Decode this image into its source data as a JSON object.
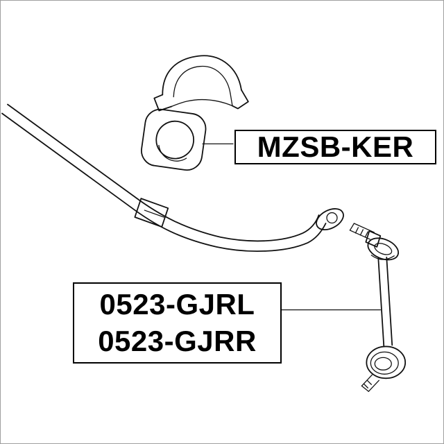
{
  "page": {
    "bg": "#ffffff",
    "frame_color": "#9e9e9e",
    "ink": "#111111",
    "label_border": "#000000"
  },
  "diagram": {
    "type": "auto-parts-schematic",
    "parts": [
      "stabilizer-bar",
      "bushing-bracket",
      "stabilizer-bushing",
      "stabilizer-link"
    ]
  },
  "labels": {
    "bushing_part": "MZSB-KER",
    "link_part_row1": "0523-GJRL",
    "link_part_row2": "0523-GJRR"
  }
}
